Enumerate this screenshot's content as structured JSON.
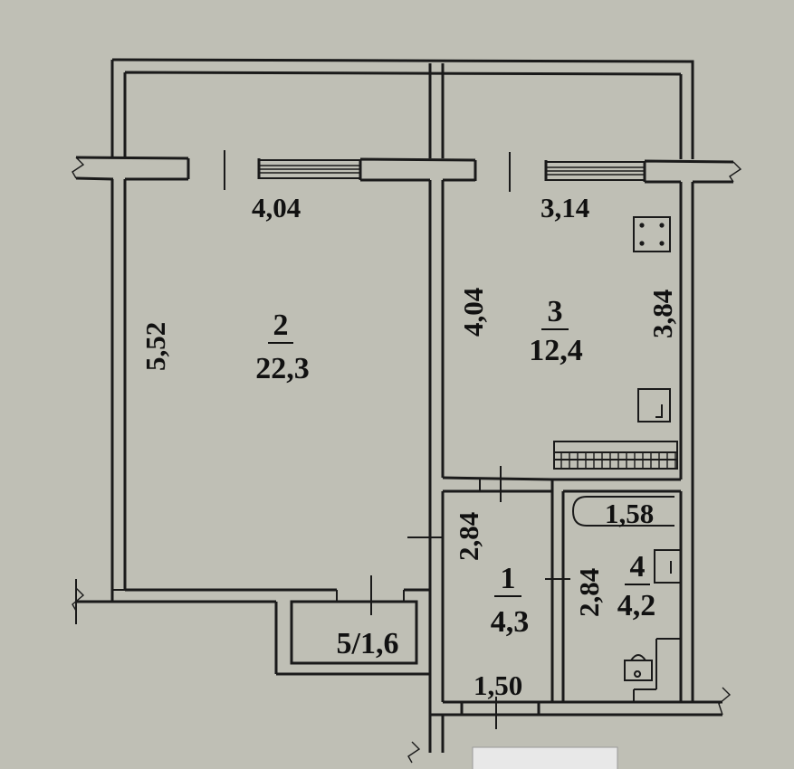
{
  "dimensions": {
    "room2_width": "4,04",
    "room2_length": "5,52",
    "room3_width": "3,14",
    "room3_left": "4,04",
    "room3_right": "3,84",
    "hall_height": "2,84",
    "hall_width": "1,50",
    "bath_height": "2,84",
    "bath_width": "1,58"
  },
  "rooms": {
    "room1": {
      "number": "1",
      "area": "4,3"
    },
    "room2": {
      "number": "2",
      "area": "22,3"
    },
    "room3": {
      "number": "3",
      "area": "12,4"
    },
    "room4": {
      "number": "4",
      "area": "4,2"
    },
    "room5": {
      "label": "5/1,6"
    }
  },
  "colors": {
    "paper": "#bfbfb5",
    "ink": "#1a1a1a"
  }
}
